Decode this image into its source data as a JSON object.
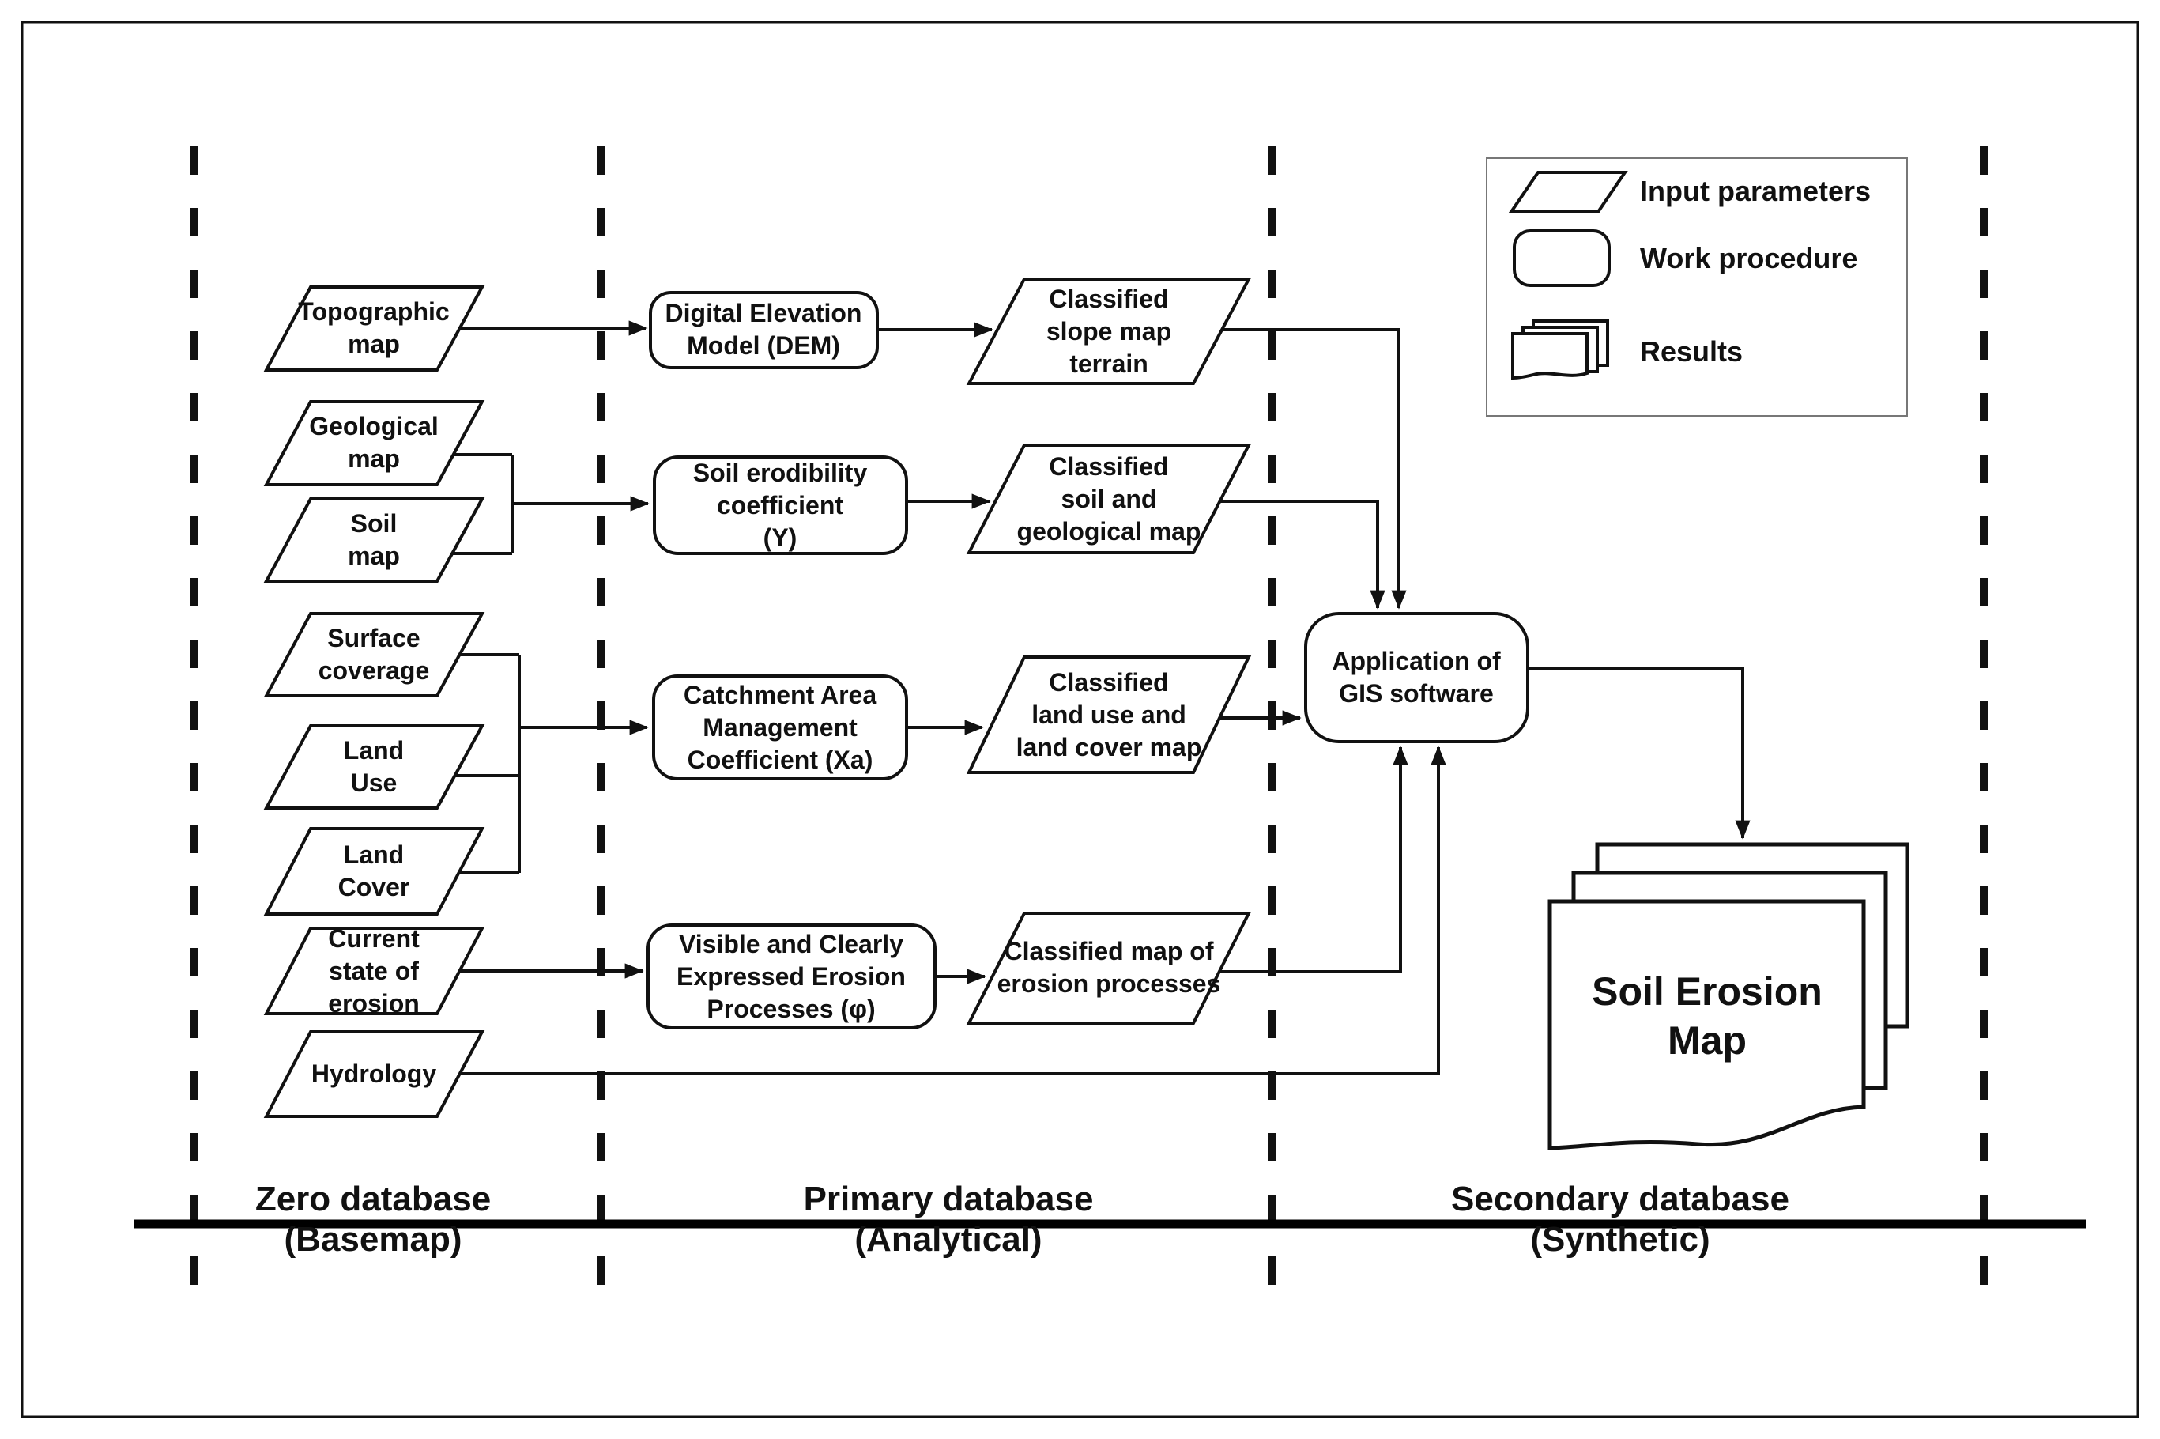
{
  "diagram": {
    "colors": {
      "line": "#111111",
      "background": "#ffffff",
      "legend_border": "#777777"
    },
    "legend": {
      "items": [
        {
          "icon": "parallelogram-icon",
          "label": "Input parameters"
        },
        {
          "icon": "rounded-rect-icon",
          "label": "Work procedure"
        },
        {
          "icon": "document-stack-icon",
          "label": "Results"
        }
      ]
    },
    "zones": [
      {
        "label": "Zero database\n(Basemap)"
      },
      {
        "label": "Primary database\n(Analytical)"
      },
      {
        "label": "Secondary database\n(Synthetic)"
      }
    ],
    "inputs": {
      "topographic": {
        "label": "Topographic\nmap"
      },
      "geological": {
        "label": "Geological\nmap"
      },
      "soil": {
        "label": "Soil\nmap"
      },
      "surface": {
        "label": "Surface\ncoverage"
      },
      "land_use": {
        "label": "Land\nUse"
      },
      "land_cover": {
        "label": "Land\nCover"
      },
      "erosion_state": {
        "label": "Current\nstate of\nerosion"
      },
      "hydrology": {
        "label": "Hydrology"
      }
    },
    "procedures": {
      "dem": {
        "label": "Digital Elevation\nModel (DEM)"
      },
      "erodibility": {
        "label": "Soil erodibility\ncoefficient\n(Y)"
      },
      "catchment": {
        "label": "Catchment Area\nManagement\nCoefficient (Xa)"
      },
      "visible_erosion": {
        "label": "Visible and Clearly\nExpressed Erosion\nProcesses (φ)"
      },
      "gis": {
        "label": "Application of\nGIS software"
      }
    },
    "outputs": {
      "slope_map": {
        "label": "Classified\nslope map\nterrain"
      },
      "soil_geo_map": {
        "label": "Classified\nsoil and\ngeological map"
      },
      "landuse_map": {
        "label": "Classified\nland use and\nland cover map"
      },
      "erosion_map": {
        "label": "Classified map of\nerosion processes"
      }
    },
    "result": {
      "label": "Soil Erosion\nMap"
    }
  }
}
